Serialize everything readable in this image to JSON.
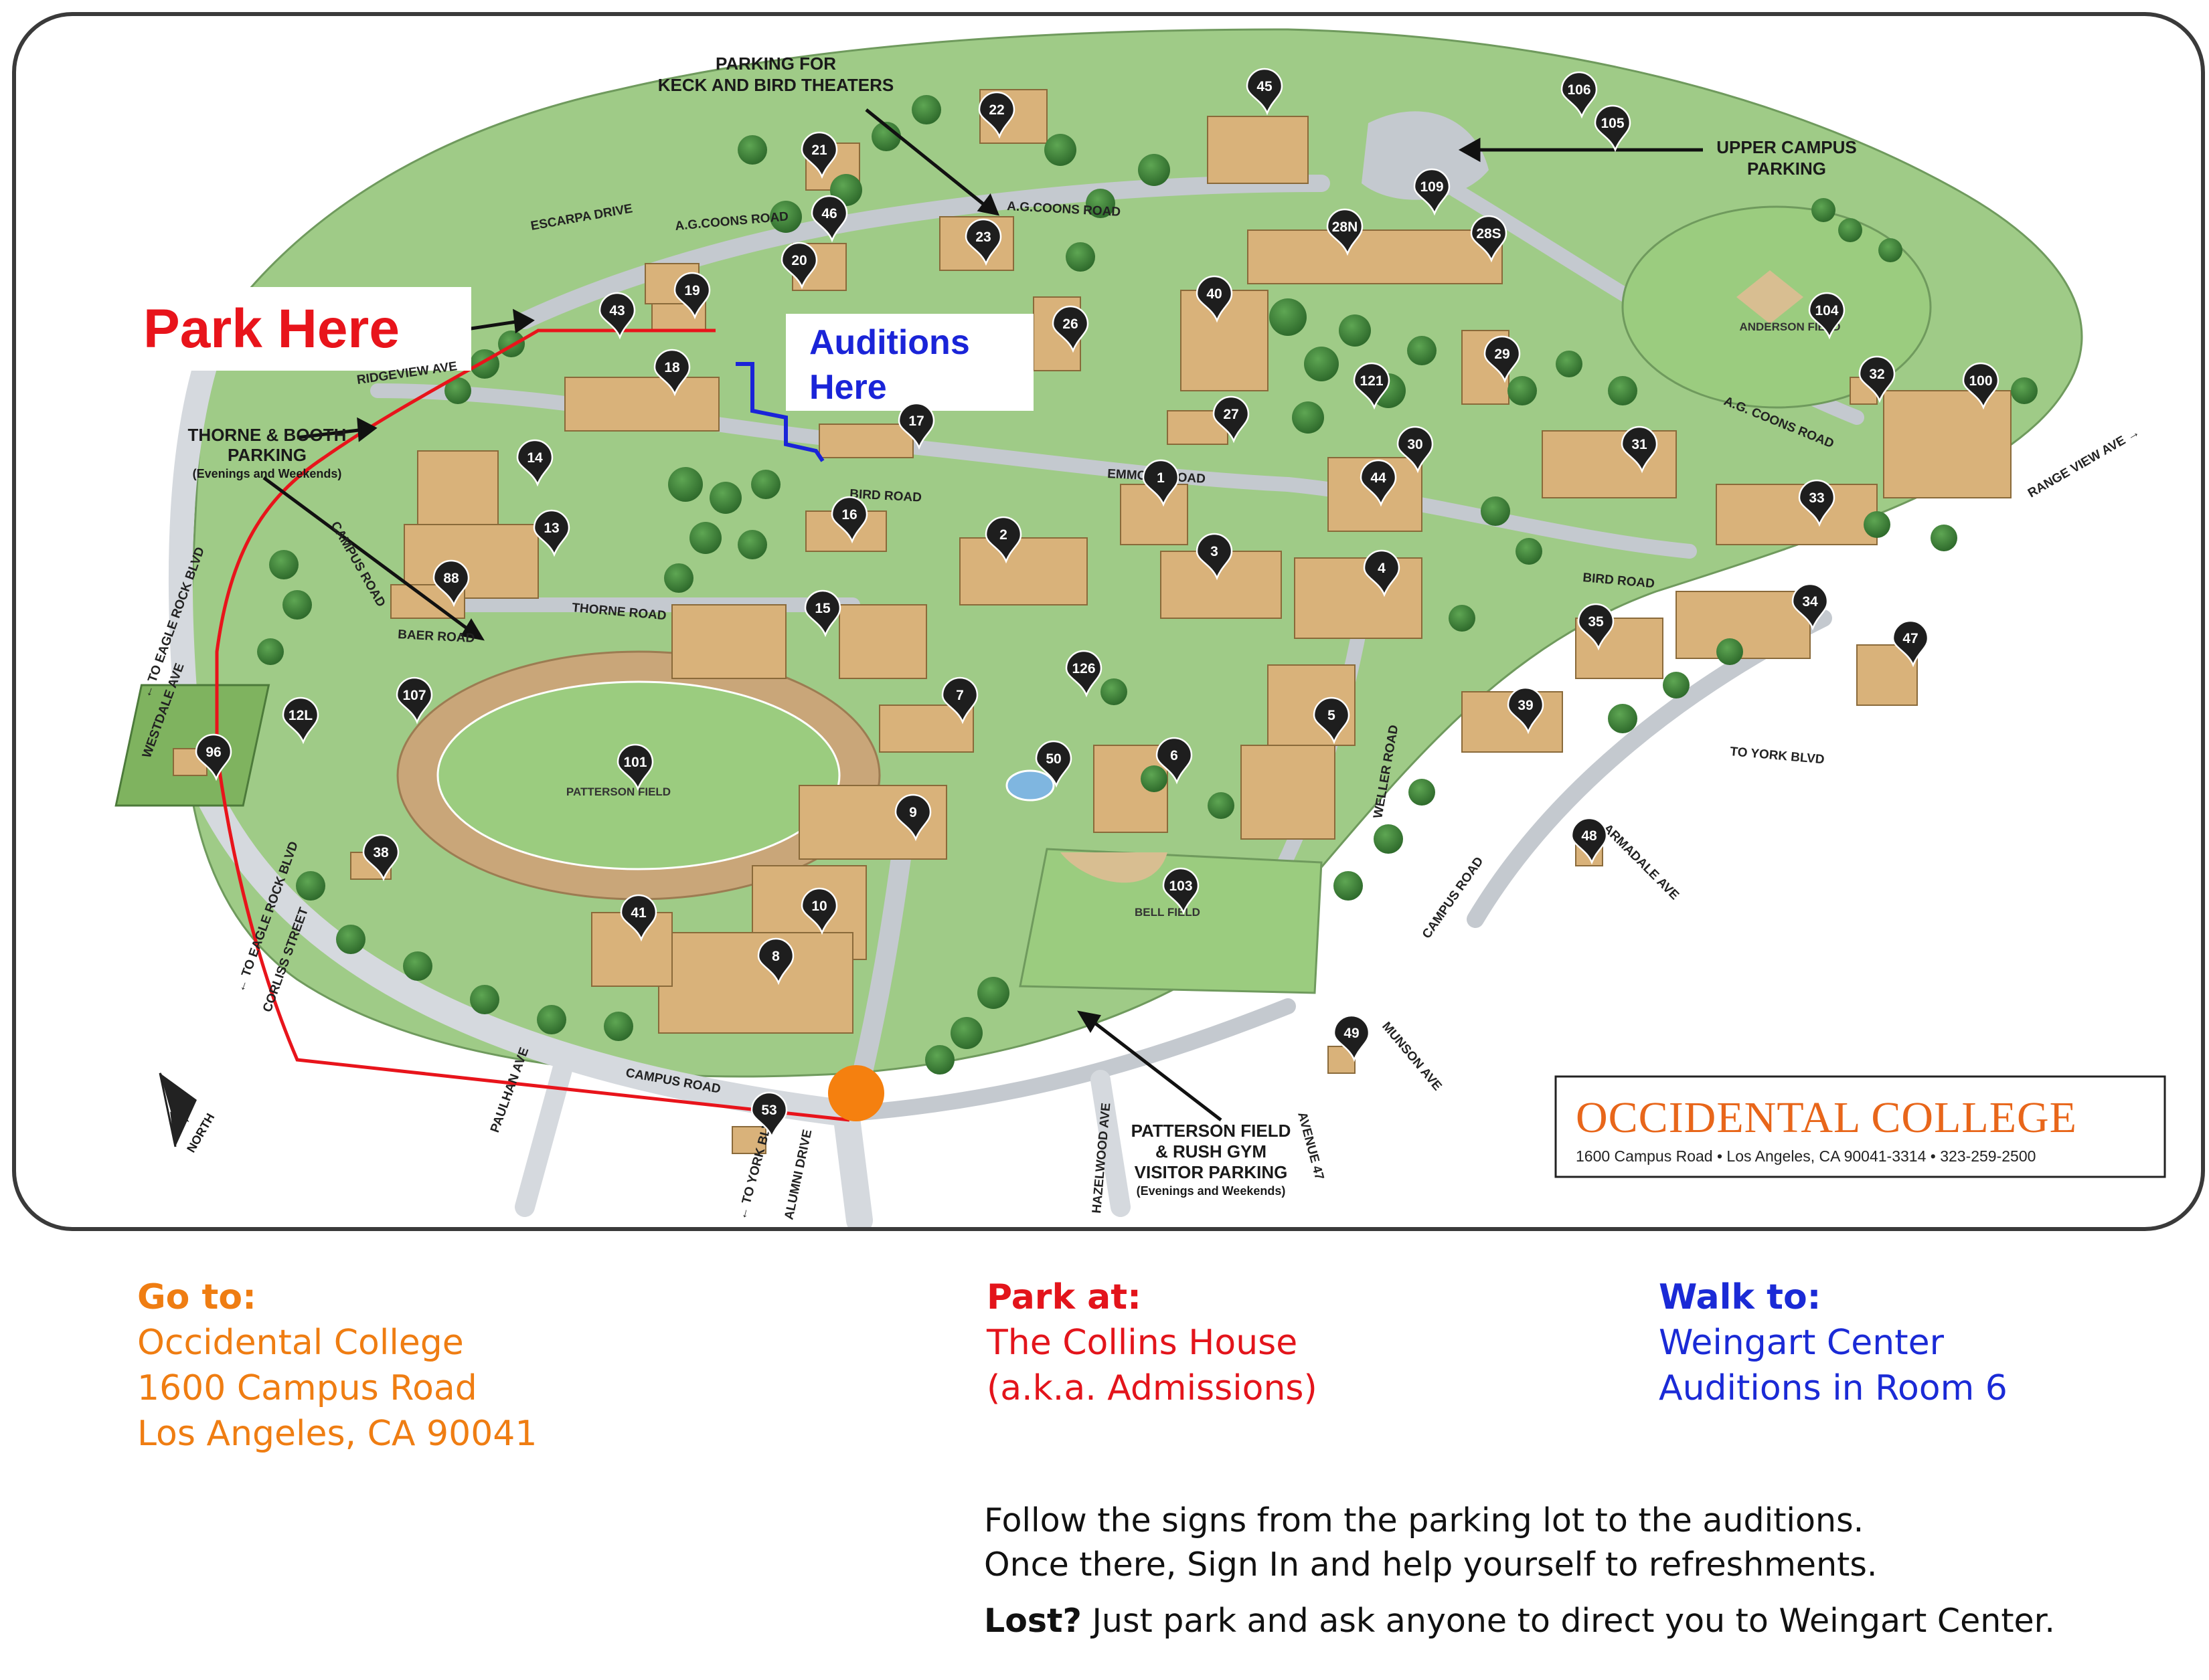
{
  "map": {
    "callouts": {
      "park_here": "Park Here",
      "auditions_here_line1": "Auditions",
      "auditions_here_line2": "Here"
    },
    "parking_labels": {
      "keck_bird_line1": "PARKING FOR",
      "keck_bird_line2": "KECK AND BIRD THEATERS",
      "upper_campus_line1": "UPPER CAMPUS",
      "upper_campus_line2": "PARKING",
      "thorne_booth_line1": "THORNE & BOOTH",
      "thorne_booth_line2": "PARKING",
      "thorne_booth_line3": "(Evenings and Weekends)",
      "patterson_line1": "PATTERSON FIELD",
      "patterson_line2": "& RUSH GYM",
      "patterson_line3": "VISITOR PARKING",
      "patterson_line4": "(Evenings and Weekends)"
    },
    "roads": {
      "escarpa": "ESCARPA DRIVE",
      "ag_coons_1": "A.G.COONS ROAD",
      "ag_coons_2": "A.G.COONS ROAD",
      "ag_coons_3": "A.G. COONS ROAD",
      "ridgeview": "RIDGEVIEW AVE",
      "campus_road_w": "CAMPUS ROAD",
      "bird_road_1": "BIRD ROAD",
      "bird_road_2": "BIRD ROAD",
      "emmons": "EMMONS ROAD",
      "thorne": "THORNE ROAD",
      "baer": "BAER ROAD",
      "westdale": "WESTDALE AVE",
      "eagle_rock_1": "← TO EAGLE ROCK BLVD",
      "eagle_rock_2": "← TO EAGLE ROCK BLVD",
      "corliss": "CORLISS STREET",
      "paulhan": "PAULHAN AVE",
      "campus_road_s": "CAMPUS ROAD",
      "to_york_s": "← TO YORK BLVD",
      "alumni": "ALUMNI DRIVE",
      "hazelwood": "HAZELWOOD AVE",
      "avenue47": "AVENUE 47",
      "munson": "MUNSON AVE",
      "campus_road_e": "CAMPUS ROAD",
      "armadale": "ARMADALE AVE",
      "to_york_e": "TO YORK BLVD",
      "weller": "WELLER ROAD",
      "range_view": "RANGE VIEW AVE →"
    },
    "fields": {
      "patterson": "PATTERSON FIELD",
      "bell": "BELL FIELD",
      "anderson": "ANDERSON FIELD"
    },
    "north": "NORTH",
    "markers": [
      "1",
      "2",
      "3",
      "4",
      "5",
      "6",
      "7",
      "8",
      "9",
      "10",
      "12L",
      "13",
      "14",
      "15",
      "16",
      "17",
      "18",
      "19",
      "20",
      "21",
      "22",
      "23",
      "26",
      "27",
      "28N",
      "28S",
      "29",
      "30",
      "31",
      "32",
      "33",
      "34",
      "35",
      "38",
      "39",
      "40",
      "41",
      "43",
      "44",
      "45",
      "46",
      "47",
      "48",
      "49",
      "50",
      "53",
      "88",
      "96",
      "100",
      "101",
      "103",
      "104",
      "105",
      "106",
      "107",
      "109",
      "121",
      "126"
    ],
    "colors": {
      "route": "#e8141b",
      "auditions_path": "#1a24d8",
      "destination_dot": "#f5800f",
      "grass": "#8fc27a",
      "building": "#d9b27a"
    }
  },
  "logo": {
    "name": "OCCIDENTAL COLLEGE",
    "address": "1600 Campus Road • Los Angeles, CA 90041-3314 • 323-259-2500"
  },
  "go_to": {
    "heading": "Go to:",
    "line1": "Occidental College",
    "line2": "1600 Campus Road",
    "line3": "Los Angeles, CA 90041"
  },
  "park_at": {
    "heading": "Park at:",
    "line1": "The Collins House",
    "line2": "(a.k.a. Admissions)"
  },
  "walk_to": {
    "heading": "Walk to:",
    "line1": "Weingart Center",
    "line2": "Auditions in Room 6"
  },
  "notes": {
    "line1": "Follow the signs from the parking lot to the auditions.",
    "line2": "Once there, Sign In and help yourself to refreshments.",
    "lost_label": "Lost?",
    "lost_text": " Just park and ask anyone to direct you to Weingart Center."
  }
}
